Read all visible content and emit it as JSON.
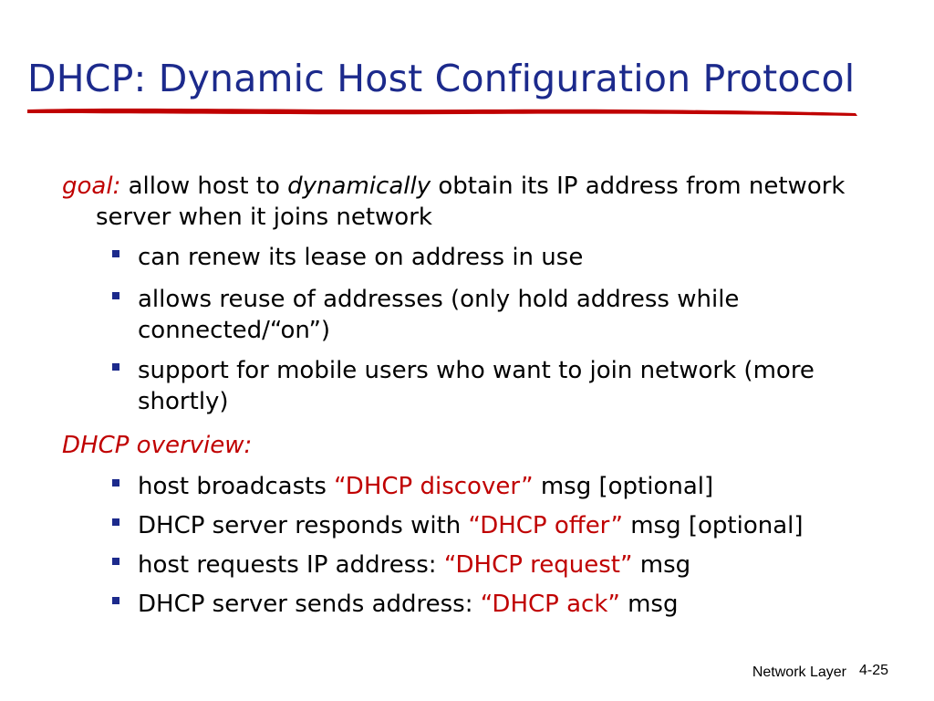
{
  "title": "DHCP: Dynamic Host Configuration Protocol",
  "colors": {
    "title": "#1c2a8c",
    "accent": "#c00000",
    "underline": "#c00000",
    "bullet": "#1c2a8c"
  },
  "goal": {
    "label": "goal:",
    "text_a": "allow host to",
    "emphasis": "dynamically",
    "text_b": "obtain its IP address from network",
    "line2": "server when it joins network"
  },
  "goal_items": [
    {
      "line1": "can renew its lease on address in use"
    },
    {
      "line1": "allows reuse of addresses (only hold address while",
      "line2": "connected/“on”)"
    },
    {
      "line1": "support for mobile users who want to join network (more",
      "line2": "shortly)"
    }
  ],
  "overview": {
    "heading": "DHCP overview:",
    "items": [
      {
        "pre": "host broadcasts",
        "quoted": "“DHCP discover”",
        "post": "msg [optional]"
      },
      {
        "pre": "DHCP server responds with",
        "quoted": "“DHCP offer”",
        "post": "msg [optional]"
      },
      {
        "pre": "host requests IP address:",
        "quoted": "“DHCP request”",
        "post": "msg"
      },
      {
        "pre": "DHCP server sends address:",
        "quoted": "“DHCP ack”",
        "post": "msg"
      }
    ]
  },
  "footer": {
    "section": "Network Layer",
    "page": "4-25"
  }
}
